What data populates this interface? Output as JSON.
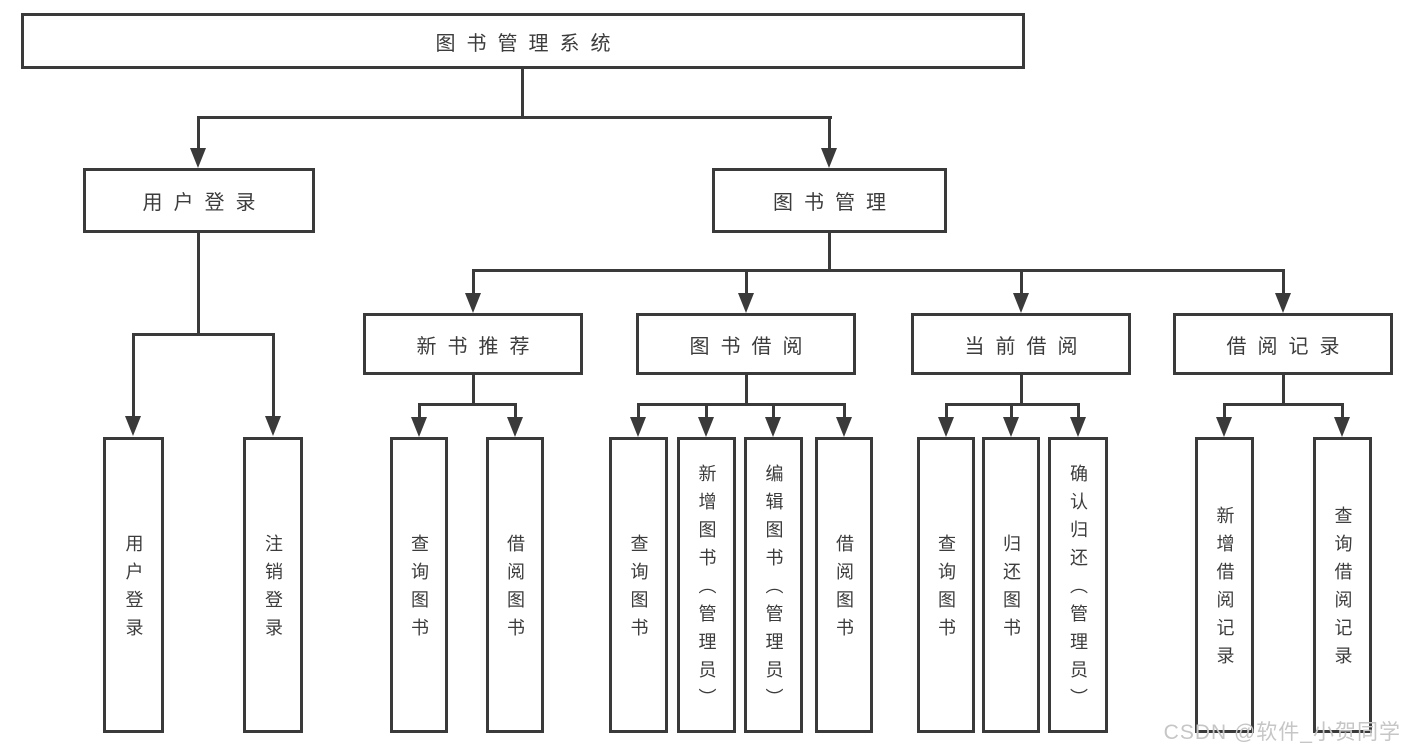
{
  "tree": {
    "title": "图书管理系统",
    "branches": {
      "user_login": {
        "label": "用户登录",
        "children": [
          "用户登录",
          "注销登录"
        ]
      },
      "book_management": {
        "label": "图书管理",
        "sections": [
          {
            "label": "新书推荐",
            "children": [
              "查询图书",
              "借阅图书"
            ]
          },
          {
            "label": "图书借阅",
            "children": [
              "查询图书",
              "新增图书（管理员）",
              "编辑图书（管理员）",
              "借阅图书"
            ]
          },
          {
            "label": "当前借阅",
            "children": [
              "查询图书",
              "归还图书",
              "确认归还（管理员）"
            ]
          },
          {
            "label": "借阅记录",
            "children": [
              "新增借阅记录",
              "查询借阅记录"
            ]
          }
        ]
      }
    }
  },
  "watermark": "CSDN @软件_小贺同学",
  "colors": {
    "line": "#3a3a3a",
    "box_fill": "#ffffff",
    "watermark_text": "#c6c6c6"
  }
}
